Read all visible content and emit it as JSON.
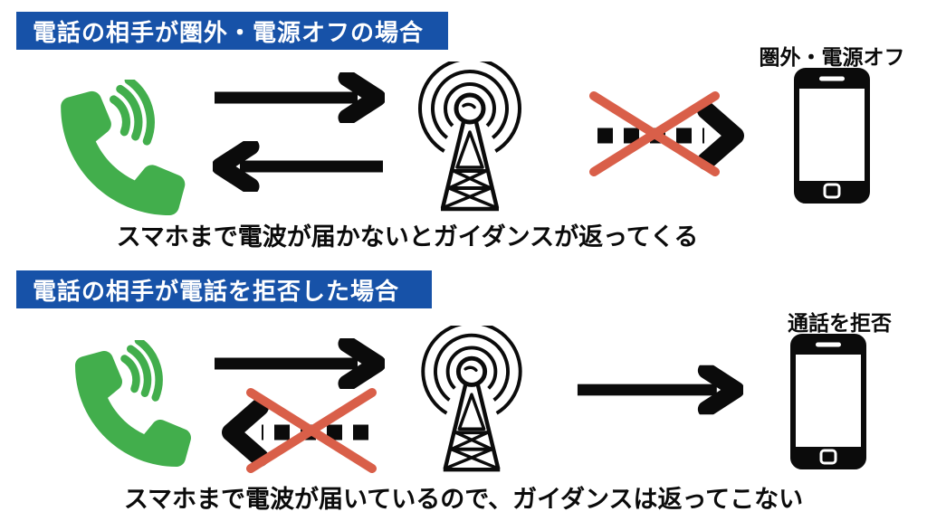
{
  "colors": {
    "header_bg": "#1752a8",
    "header_text": "#ffffff",
    "phone_green": "#42ae4c",
    "cross_red": "#d95f49",
    "ink": "#0b0b0b",
    "background": "#ffffff"
  },
  "icons": {
    "caller_phone": "green-phone-handset-with-sound-waves",
    "base_station": "radio-tower-with-signal-arcs",
    "recipient_phone": "smartphone",
    "signal_arrow": "solid-black-arrow",
    "blocked_arrow": "dashed-arrow-with-red-cross"
  },
  "sections": [
    {
      "title": "電話の相手が圏外・電源オフの場合",
      "device_label": "圏外・電源オフ",
      "caption": "スマホまで電波が届かないとガイダンスが返ってくる"
    },
    {
      "title": "電話の相手が電話を拒否した場合",
      "device_label": "通話を拒否",
      "caption": "スマホまで電波が届いているので、ガイダンスは返ってこない"
    }
  ]
}
